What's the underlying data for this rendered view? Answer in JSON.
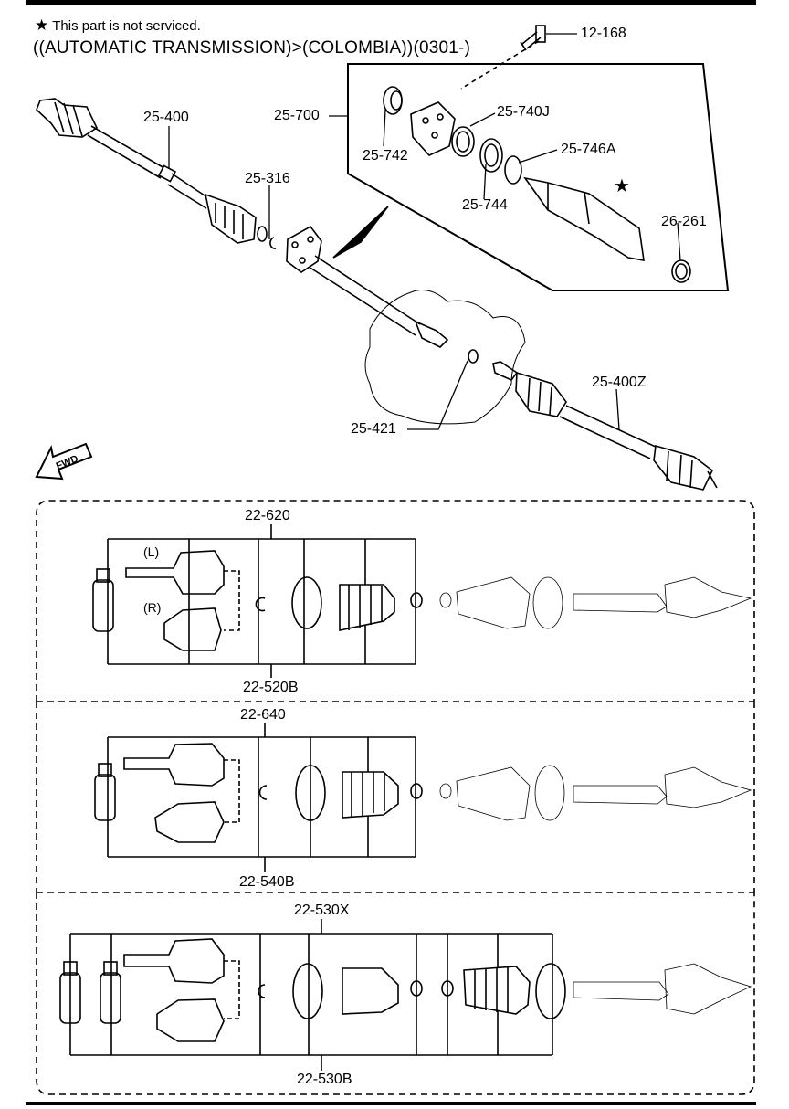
{
  "header": {
    "note_star": "★",
    "note_text": "This part is not serviced.",
    "condition": "((AUTOMATIC TRANSMISSION)>(COLOMBIA))(0301-)"
  },
  "parts": {
    "p12_168": "12-168",
    "p25_400": "25-400",
    "p25_700": "25-700",
    "p25_740J": "25-740J",
    "p25_742": "25-742",
    "p25_746A": "25-746A",
    "p25_744": "25-744",
    "p26_261": "26-261",
    "p25_316": "25-316",
    "p25_400Z": "25-400Z",
    "p25_421": "25-421",
    "star": "★"
  },
  "fwd": "FWD",
  "groups": {
    "g1_top": "22-620",
    "g1_bottom": "22-520B",
    "g1_left": "(L)",
    "g1_right": "(R)",
    "g2_top": "22-640",
    "g2_bottom": "22-540B",
    "g3_top": "22-530X",
    "g3_bottom": "22-530B"
  }
}
